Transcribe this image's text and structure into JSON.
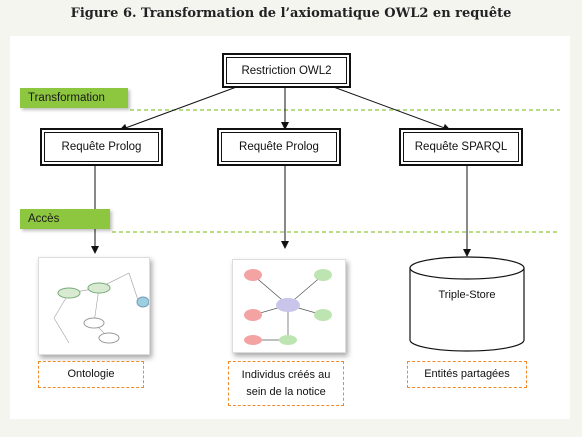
{
  "title": "Figure 6. Transformation de l’axiomatique OWL2 en requête",
  "colors": {
    "accent_green": "#8dc63f",
    "dashed_line": "#8dc63f",
    "caption_border": "#f08a2b"
  },
  "layers": {
    "transformation": "Transformation",
    "acces": "Accès"
  },
  "top_node": "Restriction OWL2",
  "queries": [
    "Requête Prolog",
    "Requête Prolog",
    "Requête SPARQL"
  ],
  "targets": {
    "ontology_caption": "Ontologie",
    "individus_line1": "Individus créés au",
    "individus_line2": "sein de la notice",
    "store_label": "Triple-Store",
    "entities_caption": "Entités partagées"
  }
}
